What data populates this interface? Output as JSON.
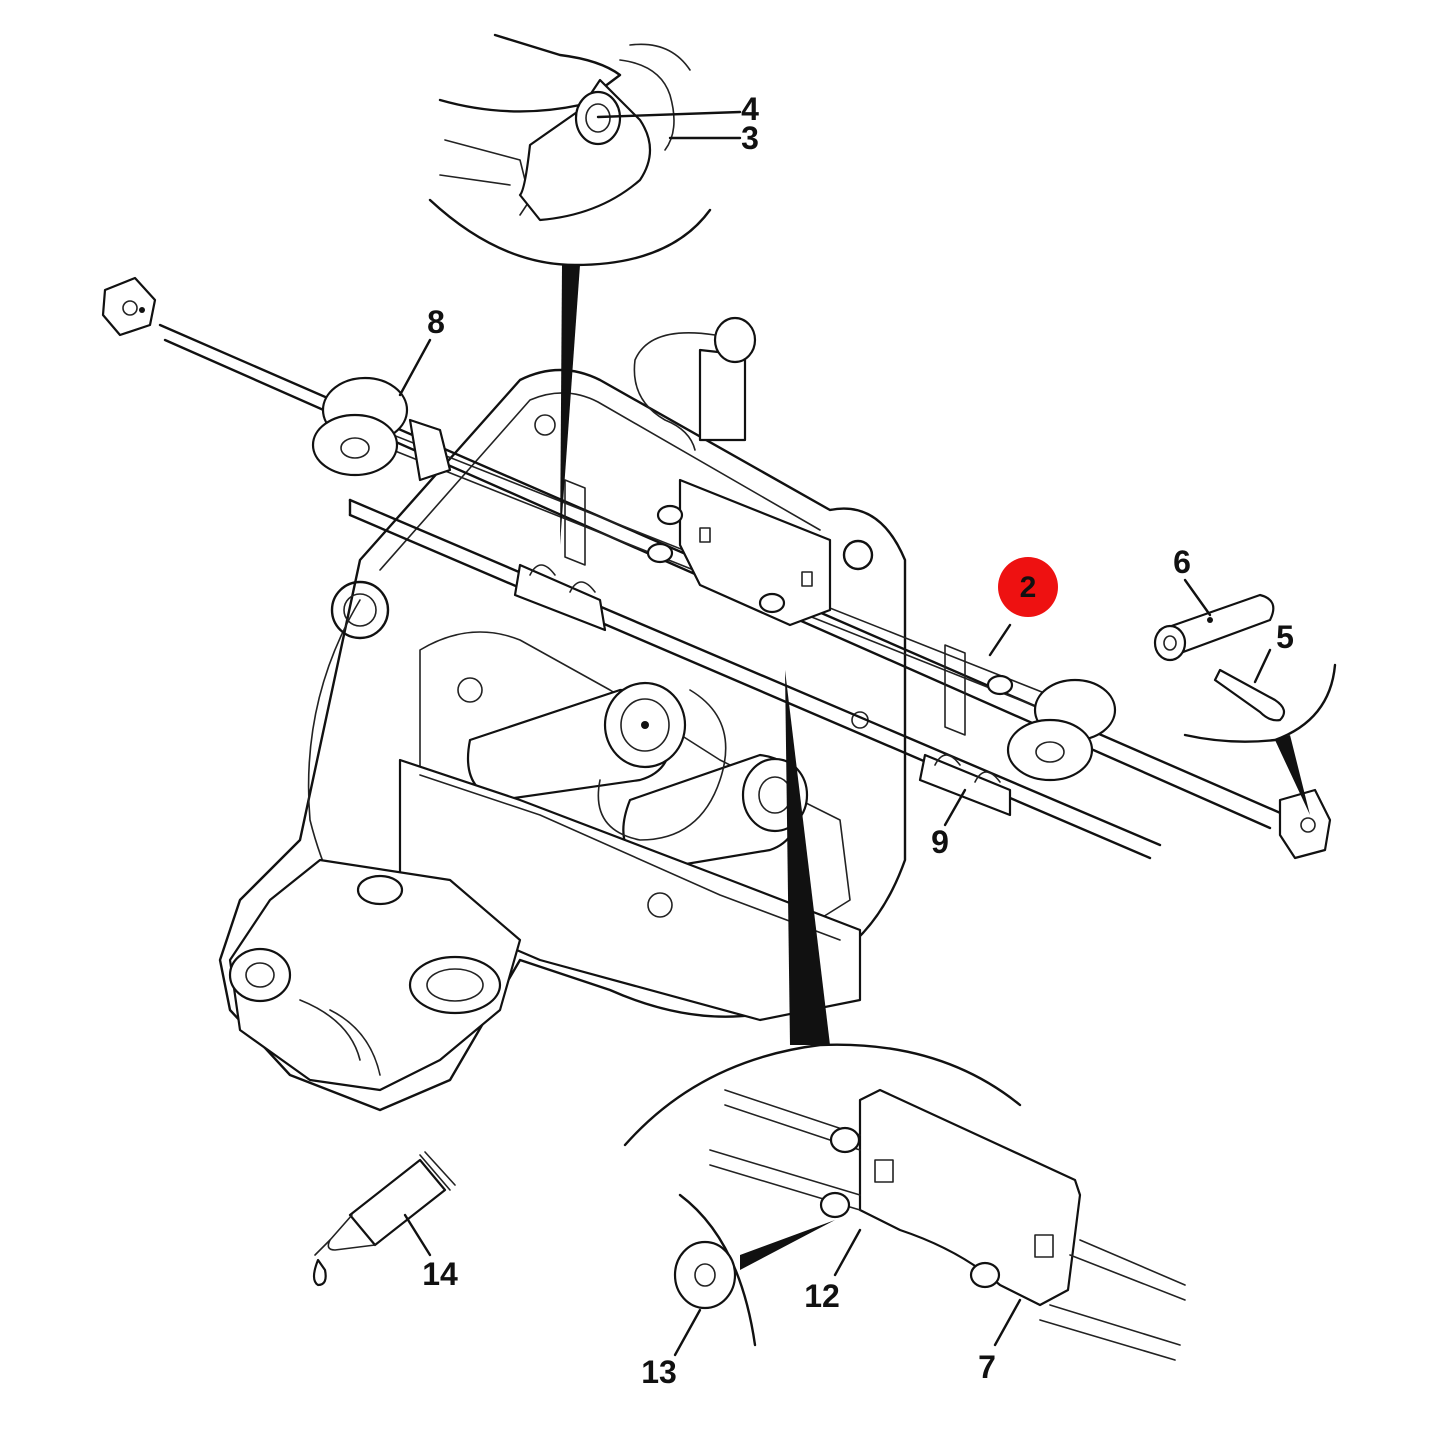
{
  "diagram": {
    "highlight_color": "#ee1111",
    "line_color": "#111111",
    "callouts": [
      {
        "id": "c2",
        "label": "2",
        "highlighted": true
      },
      {
        "id": "c3",
        "label": "3"
      },
      {
        "id": "c4",
        "label": "4"
      },
      {
        "id": "c5",
        "label": "5"
      },
      {
        "id": "c6",
        "label": "6"
      },
      {
        "id": "c7",
        "label": "7"
      },
      {
        "id": "c8",
        "label": "8"
      },
      {
        "id": "c9",
        "label": "9"
      },
      {
        "id": "c12",
        "label": "12"
      },
      {
        "id": "c13",
        "label": "13"
      },
      {
        "id": "c14",
        "label": "14"
      }
    ]
  }
}
